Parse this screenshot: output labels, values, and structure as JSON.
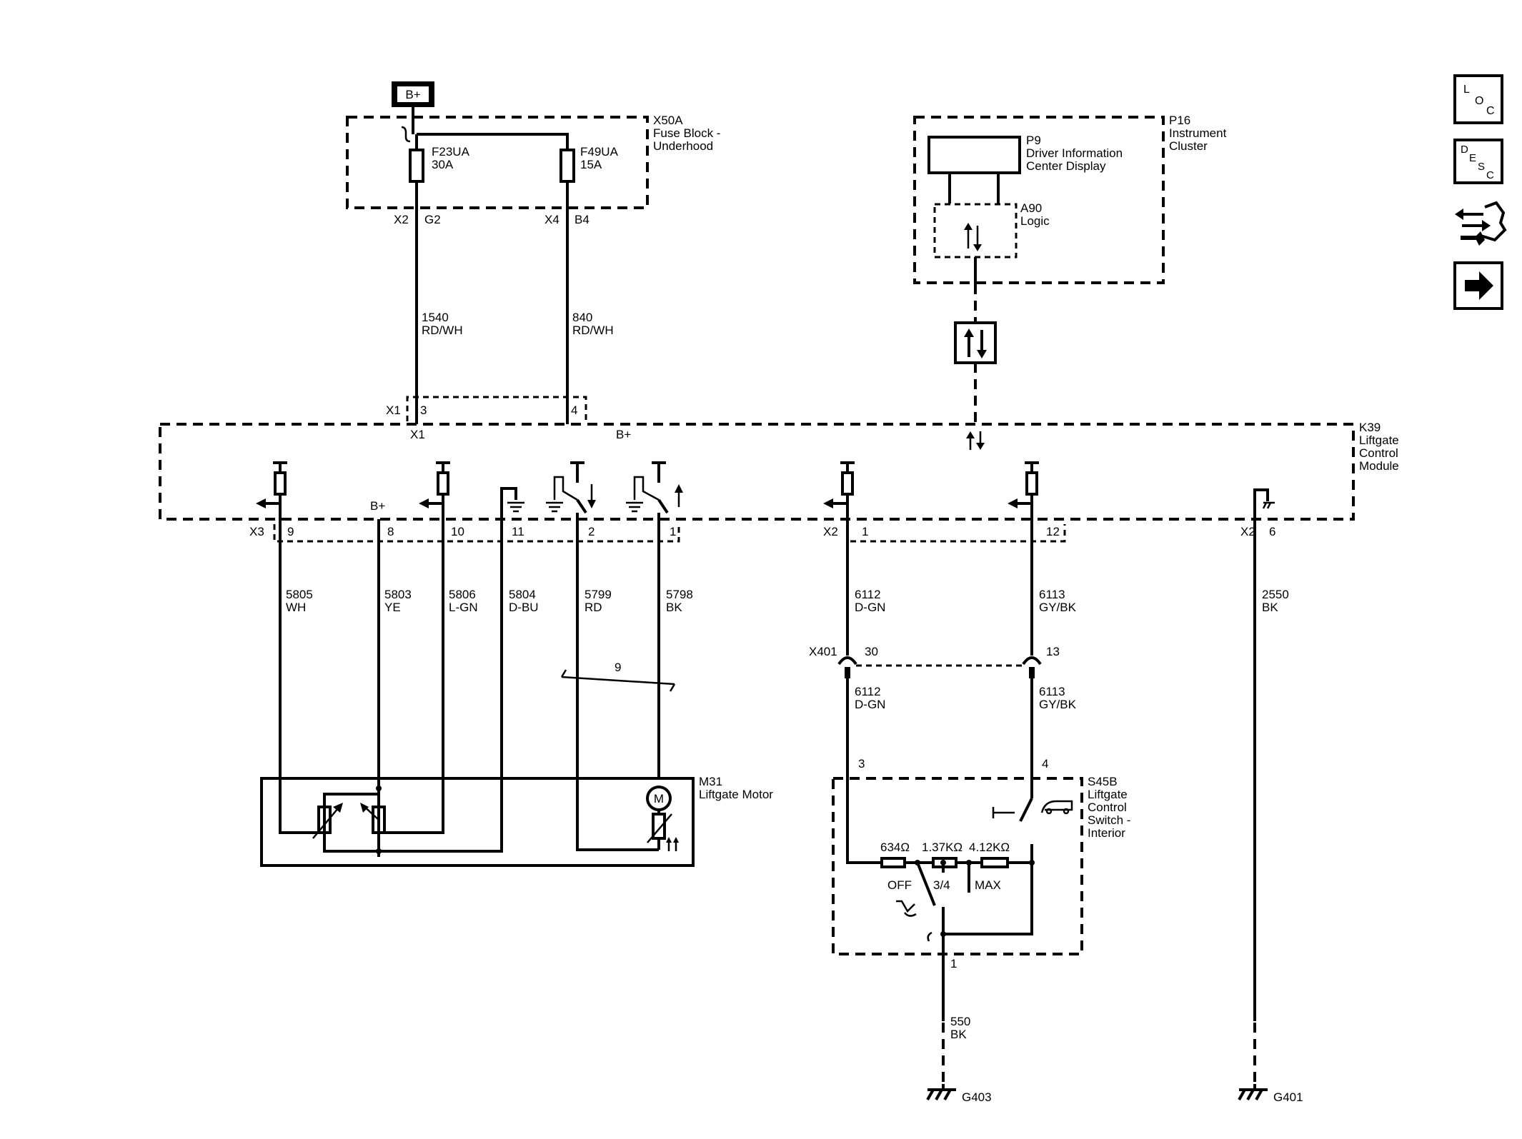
{
  "battery": {
    "label": "B+"
  },
  "fuse_block": {
    "ref": "X50A",
    "name_line1": "Fuse Block -",
    "name_line2": "Underhood",
    "fuses": [
      {
        "name": "F23UA",
        "rating": "30A"
      },
      {
        "name": "F49UA",
        "rating": "15A"
      }
    ],
    "pins": [
      {
        "conn": "X2",
        "pin": "G2"
      },
      {
        "conn": "X4",
        "pin": "B4"
      }
    ]
  },
  "instrument_cluster": {
    "ref": "P16",
    "name_line1": "Instrument",
    "name_line2": "Cluster",
    "display": {
      "ref": "P9",
      "line1": "Driver Information",
      "line2": "Center Display"
    },
    "logic": {
      "ref": "A90",
      "name": "Logic"
    }
  },
  "module": {
    "ref": "K39",
    "name_line1": "Liftgate",
    "name_line2": "Control",
    "name_line3": "Module",
    "x1": {
      "conn": "X1",
      "conn_inside": "X1",
      "bplus": "B+",
      "pins": [
        "3",
        "4"
      ]
    },
    "x3": {
      "conn": "X3",
      "bplus": "B+",
      "pins": [
        "9",
        "8",
        "10",
        "11",
        "2",
        "1"
      ]
    },
    "x2": {
      "conn": "X2",
      "pins": [
        "1",
        "12"
      ],
      "gnd_conn": "X2",
      "gnd_pin": "6"
    }
  },
  "wires_top": [
    {
      "circuit": "1540",
      "color": "RD/WH"
    },
    {
      "circuit": "840",
      "color": "RD/WH"
    }
  ],
  "wires_left": [
    {
      "circuit": "5805",
      "color": "WH"
    },
    {
      "circuit": "5803",
      "color": "YE"
    },
    {
      "circuit": "5806",
      "color": "L-GN"
    },
    {
      "circuit": "5804",
      "color": "D-BU"
    },
    {
      "circuit": "5799",
      "color": "RD"
    },
    {
      "circuit": "5798",
      "color": "BK"
    }
  ],
  "twisted_count": "9",
  "wires_right_upper": [
    {
      "circuit": "6112",
      "color": "D-GN"
    },
    {
      "circuit": "6113",
      "color": "GY/BK"
    }
  ],
  "wires_right_lower": [
    {
      "circuit": "6112",
      "color": "D-GN"
    },
    {
      "circuit": "6113",
      "color": "GY/BK"
    }
  ],
  "inline_connector": {
    "ref": "X401",
    "pins": [
      "30",
      "13"
    ]
  },
  "ground_wire": {
    "circuit": "2550",
    "color": "BK"
  },
  "motor": {
    "ref": "M31",
    "name": "Liftgate Motor",
    "symbol": "M"
  },
  "switch": {
    "ref": "S45B",
    "name_line1": "Liftgate",
    "name_line2": "Control",
    "name_line3": "Switch -",
    "name_line4": "Interior",
    "pins": [
      "3",
      "4",
      "1"
    ],
    "resistors": [
      "634Ω",
      "1.37KΩ",
      "4.12KΩ"
    ],
    "positions": [
      "OFF",
      "3/4",
      "MAX"
    ]
  },
  "switch_ground_wire": {
    "circuit": "550",
    "color": "BK"
  },
  "grounds": [
    "G403",
    "G401"
  ],
  "nav_buttons": [
    {
      "icon": "loc-icon",
      "letters": [
        "L",
        "O",
        "C"
      ]
    },
    {
      "icon": "desc-icon",
      "letters": [
        "D",
        "E",
        "S",
        "C"
      ]
    },
    {
      "icon": "connector-swap-icon"
    },
    {
      "icon": "arrow-right-icon"
    }
  ]
}
